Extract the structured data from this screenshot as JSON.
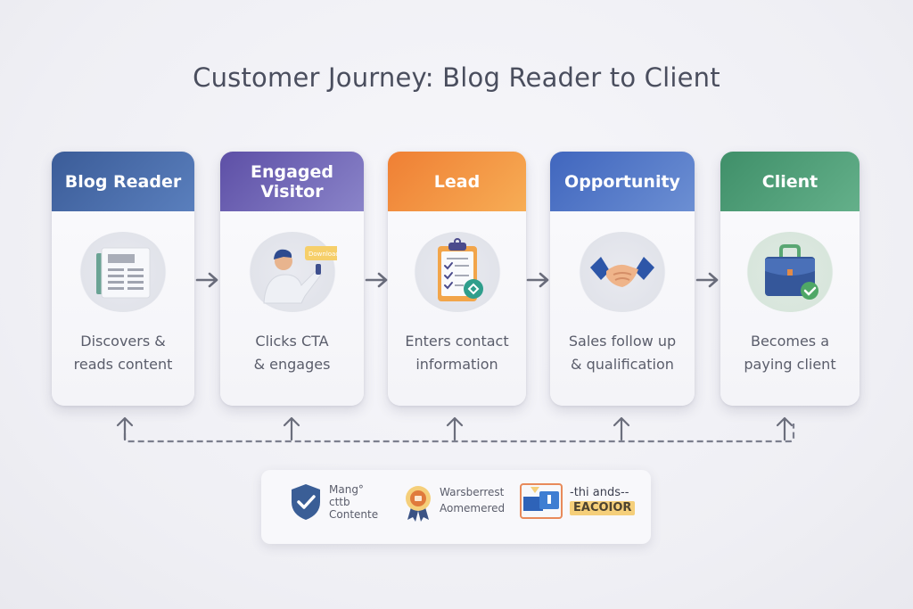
{
  "title": "Customer Journey: Blog Reader to Client",
  "stages": [
    {
      "label": "Blog Reader",
      "desc_line1": "Discovers &",
      "desc_line2": "reads content",
      "color": "#3f63a0",
      "icon": "newspaper-icon"
    },
    {
      "label": "Engaged Visitor",
      "desc_line1": "Clicks CTA",
      "desc_line2": "& engages",
      "color": "#6a5bb0",
      "icon": "person-clicking-download-icon",
      "icon_text": "Download"
    },
    {
      "label": "Lead",
      "desc_line1": "Enters contact",
      "desc_line2": "information",
      "color": "#f0873a",
      "icon": "clipboard-checklist-icon"
    },
    {
      "label": "Opportunity",
      "desc_line1": "Sales follow up",
      "desc_line2": "& qualification",
      "color": "#4a72c4",
      "icon": "handshake-icon"
    },
    {
      "label": "Client",
      "desc_line1": "Becomes a",
      "desc_line2": "paying client",
      "color": "#4c9a74",
      "icon": "briefcase-check-icon"
    }
  ],
  "flow_arrows": [
    "arrow-right-icon",
    "arrow-right-icon",
    "arrow-right-icon",
    "arrow-right-icon"
  ],
  "feedback_loop": {
    "style": "dashed",
    "targets": 5
  },
  "badges": [
    {
      "icon": "shield-check-icon",
      "lines": [
        "Mang°",
        "cttb",
        "Contente"
      ]
    },
    {
      "icon": "award-ribbon-icon",
      "lines": [
        "Warsberrest",
        "Aomemered"
      ]
    },
    {
      "icon": "media-screen-icon",
      "lines": [
        "-thi ands--"
      ],
      "tag": "EACOIOR"
    }
  ]
}
